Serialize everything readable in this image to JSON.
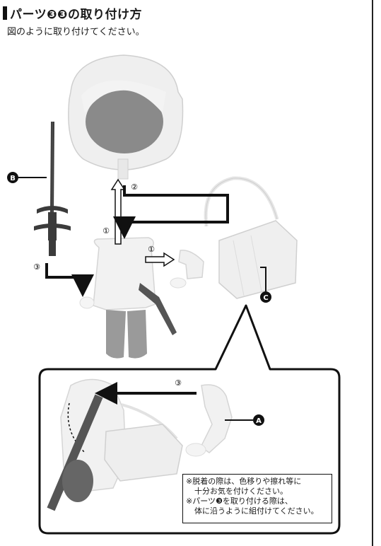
{
  "header": {
    "title": "パーツ❸❸の取り付け方",
    "subtitle": "図のように取り付けてください。"
  },
  "labels": {
    "part_a": "A",
    "part_b": "B",
    "part_c": "C",
    "step1": "①",
    "step2": "②",
    "step3": "③"
  },
  "notes": {
    "line1": "※脱着の際は、色移りや擦れ等に",
    "line1b": "十分お気を付けください。",
    "line2": "※パーツ❸を取り付ける際は、",
    "line2b": "体に沿うように組付けてください。"
  }
}
